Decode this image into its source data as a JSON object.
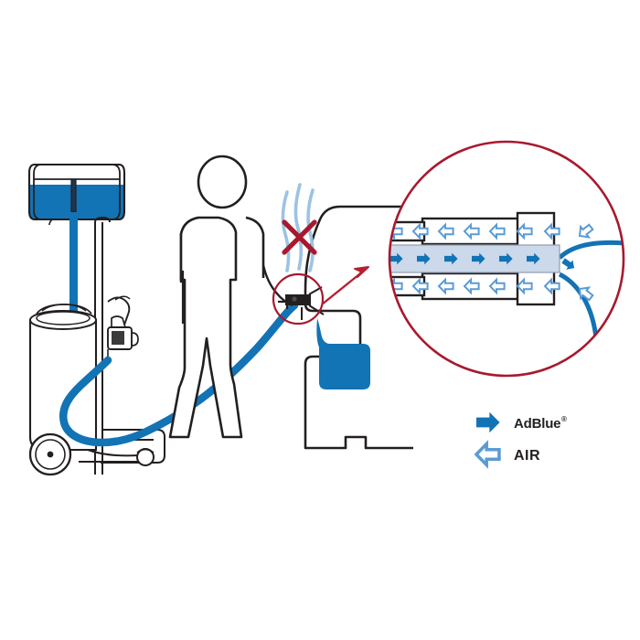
{
  "illustration": {
    "title": "AdBlue closed-circuit refuelling nozzle diagram",
    "description": "Technician dispensing AdBlue from a mobile trolley unit into a vehicle tank, with a magnified cut-away of the nozzle showing AdBlue flowing in and air flowing out."
  },
  "colors": {
    "adblue_blue": "#1273b5",
    "adblue_blue_dark": "#0d62a0",
    "air_arrow_stroke": "#5b9bd5",
    "air_arrow_fill": "#ffffff",
    "channel_fill": "#ccd9ea",
    "outline_black": "#231f20",
    "magnifier_red": "#a8192e",
    "callout_red": "#b3202f",
    "vapour_blue": "#9cc3e4",
    "background": "#ffffff"
  },
  "legend": {
    "items": [
      {
        "id": "adblue",
        "label": "AdBlue",
        "trademark": "®",
        "arrow_icon": "arrow-right-solid-icon",
        "direction": "right",
        "style": "solid",
        "color": "#1273b5"
      },
      {
        "id": "air",
        "label": "AIR",
        "trademark": "",
        "arrow_icon": "arrow-left-outline-icon",
        "direction": "left",
        "style": "outline",
        "color": "#5b9bd5"
      }
    ]
  },
  "scene": {
    "trolley": {
      "name": "mobile AdBlue dispensing trolley",
      "tank": {
        "name": "upper supply tank",
        "fill_level_percent": 62,
        "fill_color": "#1273b5"
      },
      "drum": {
        "name": "lower drum"
      },
      "wheels": 2,
      "pump_unit": {
        "name": "pump and flow meter"
      }
    },
    "operator": {
      "name": "technician figure",
      "posture": "standing, holding nozzle"
    },
    "hose": {
      "name": "dispensing hose",
      "color": "#1273b5",
      "path": "s-curve from trolley pump to nozzle"
    },
    "nozzle": {
      "name": "closed-circuit filling nozzle",
      "color": "#231f20"
    },
    "vapour": {
      "name": "escaping vapour wisps",
      "count": 3,
      "prohibited": true,
      "marker_icon": "red-x-icon"
    },
    "vehicle": {
      "name": "vehicle body outline",
      "tank": {
        "name": "vehicle AdBlue tank",
        "fill_color": "#1273b5",
        "fill_level_percent": 70
      }
    },
    "callout": {
      "name": "magnifier callout arrow",
      "from": "nozzle",
      "to": "magnified detail circle"
    },
    "magnifier": {
      "name": "magnified nozzle cut-away",
      "shape": "circle",
      "flow": {
        "adblue_arrows": {
          "count": 6,
          "direction": "right",
          "style": "solid",
          "label": "AdBlue"
        },
        "air_arrows_top": {
          "count": 7,
          "direction": "left",
          "style": "outline",
          "label": "AIR"
        },
        "air_arrows_bottom": {
          "count": 7,
          "direction": "left",
          "style": "outline",
          "label": "AIR"
        },
        "exit_air_arrows": {
          "count": 2,
          "direction": "out",
          "style": "outline"
        },
        "exit_adblue_arrow": {
          "count": 1,
          "direction": "right-down",
          "style": "solid"
        }
      }
    }
  }
}
